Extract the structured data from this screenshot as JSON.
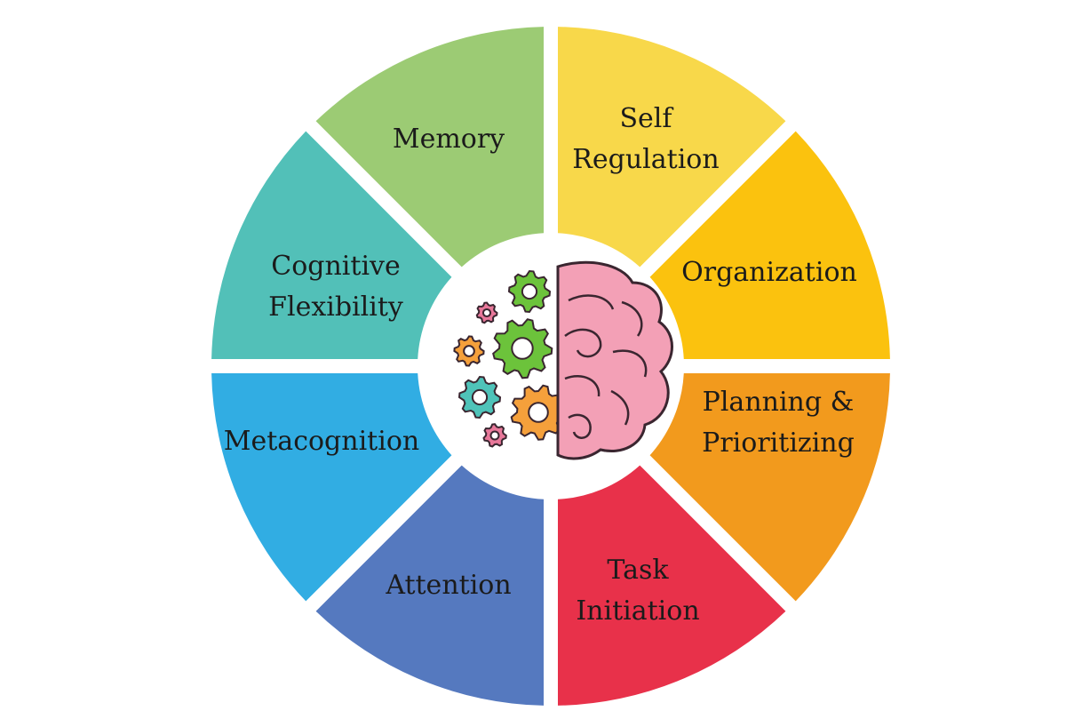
{
  "segments": [
    {
      "id": "self-regulation",
      "lines": [
        "Self",
        "Regulation"
      ],
      "color": "#f8d84a"
    },
    {
      "id": "organization",
      "lines": [
        "Organization"
      ],
      "color": "#fbc20e"
    },
    {
      "id": "planning-prioritizing",
      "lines": [
        "Planning &",
        "Prioritizing"
      ],
      "color": "#f29a1d"
    },
    {
      "id": "task-initiation",
      "lines": [
        "Task",
        "Initiation"
      ],
      "color": "#e8314a"
    },
    {
      "id": "attention",
      "lines": [
        "Attention"
      ],
      "color": "#5579bf"
    },
    {
      "id": "metacognition",
      "lines": [
        "Metacognition"
      ],
      "color": "#31ade3"
    },
    {
      "id": "cognitive-flexibility",
      "lines": [
        "Cognitive",
        "Flexibility"
      ],
      "color": "#52c0b8"
    },
    {
      "id": "memory",
      "lines": [
        "Memory"
      ],
      "color": "#9ccb74"
    }
  ],
  "center_icon": "brain-and-gears-icon",
  "colors": {
    "brain": "#f3a0b6",
    "brain_outline": "#3a2630",
    "gear_green": "#6cc33b",
    "gear_orange": "#f5a03b",
    "gear_teal": "#4fc3b9",
    "gear_pink": "#e8789a"
  }
}
